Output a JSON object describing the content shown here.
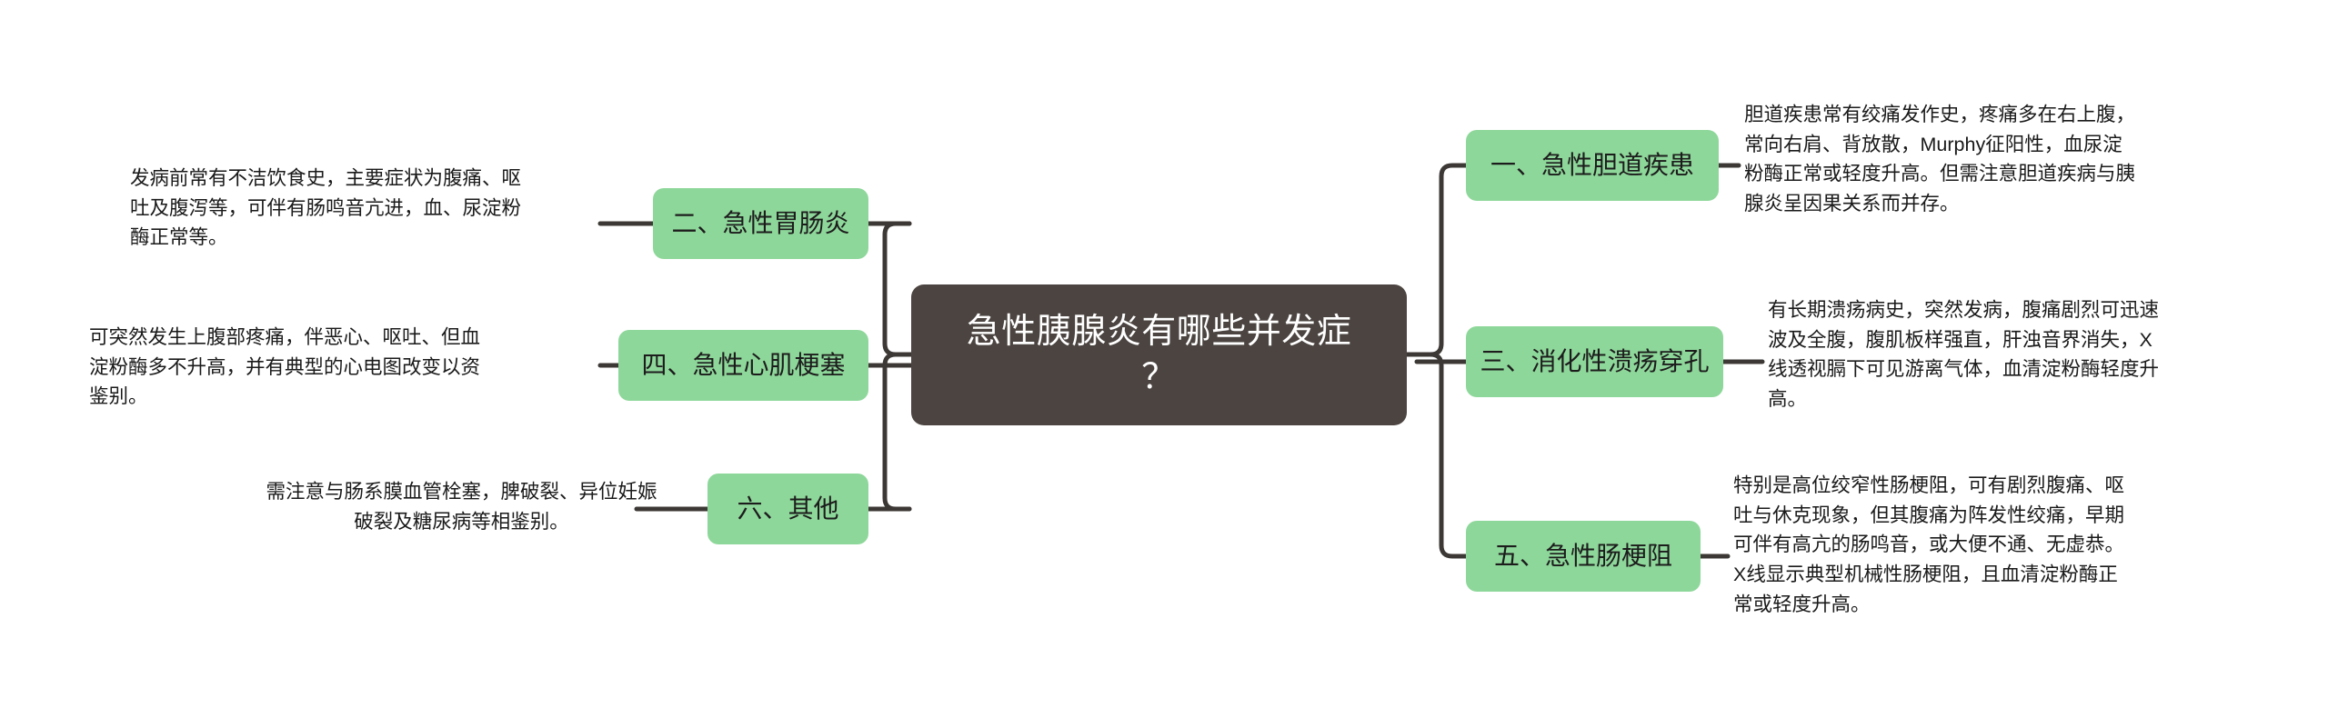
{
  "diagram": {
    "type": "mind-map",
    "background_color": "#ffffff",
    "root_color": "#4b4441",
    "branch_color": "#8ed79a",
    "connector_color": "#3c3835",
    "text_color": "#1a1a1a",
    "root": {
      "label": "急性胰腺炎有哪些并发症\n？"
    },
    "branches": [
      {
        "id": "branch-1",
        "side": "right",
        "label": "一、急性胆道疾患",
        "description": "胆道疾患常有绞痛发作史，疼痛多在右上腹，\n常向右肩、背放散，Murphy征阳性，血尿淀\n粉酶正常或轻度升高。但需注意胆道疾病与胰\n腺炎呈因果关系而并存。"
      },
      {
        "id": "branch-2",
        "side": "left",
        "label": "二、急性胃肠炎",
        "description": "发病前常有不洁饮食史，主要症状为腹痛、呕\n吐及腹泻等，可伴有肠鸣音亢进，血、尿淀粉\n酶正常等。"
      },
      {
        "id": "branch-3",
        "side": "right",
        "label": "三、消化性溃疡穿孔",
        "description": "有长期溃疡病史，突然发病，腹痛剧烈可迅速\n波及全腹，腹肌板样强直，肝浊音界消失，X\n线透视膈下可见游离气体，血清淀粉酶轻度升\n高。"
      },
      {
        "id": "branch-4",
        "side": "left",
        "label": "四、急性心肌梗塞",
        "description": "可突然发生上腹部疼痛，伴恶心、呕吐、但血\n淀粉酶多不升高，并有典型的心电图改变以资\n鉴别。"
      },
      {
        "id": "branch-5",
        "side": "right",
        "label": "五、急性肠梗阻",
        "description": "特别是高位绞窄性肠梗阻，可有剧烈腹痛、呕\n吐与休克现象，但其腹痛为阵发性绞痛，早期\n可伴有高亢的肠鸣音，或大便不通、无虚恭。\nX线显示典型机械性肠梗阻，且血清淀粉酶正\n常或轻度升高。"
      },
      {
        "id": "branch-6",
        "side": "left",
        "label": "六、其他",
        "description": "需注意与肠系膜血管栓塞，脾破裂、异位妊娠\n破裂及糖尿病等相鉴别。"
      }
    ]
  }
}
